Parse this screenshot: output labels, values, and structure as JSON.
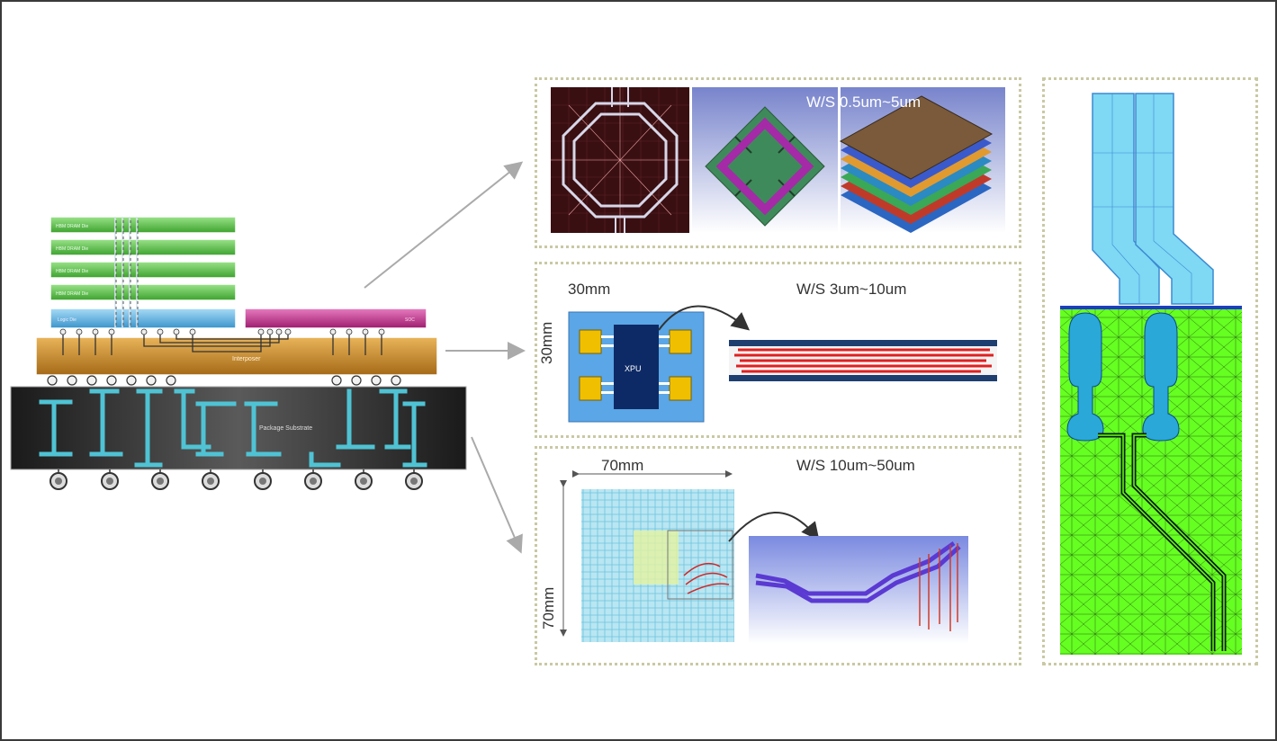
{
  "package": {
    "hbm_dies": [
      "HBM DRAM Die",
      "HBM DRAM Die",
      "HBM DRAM Die",
      "HBM DRAM Die"
    ],
    "logic_die": "Logic Die",
    "soc_label": "SOC",
    "interposer_label": "Interposer",
    "substrate_label": "Package Substrate"
  },
  "panels": {
    "interposer_detail": {
      "ws": "W/S 0.5um~5um"
    },
    "chiplet_detail": {
      "ws": "W/S 3um~10um",
      "dim_h": "30mm",
      "dim_v": "30mm",
      "chip_label": "XPU"
    },
    "substrate_detail": {
      "ws": "W/S 10um~50um",
      "dim_h": "70mm",
      "dim_v": "70mm"
    }
  },
  "colors": {
    "hbm": "#5cc84a",
    "logic": "#5fb6e8",
    "soc": "#c0308a",
    "interposer": "#c98a2a",
    "substrate": "#222222",
    "vias": "#4fc3d4",
    "mesh_green": "#66ff22",
    "frame_border": "#c9c9a4"
  }
}
